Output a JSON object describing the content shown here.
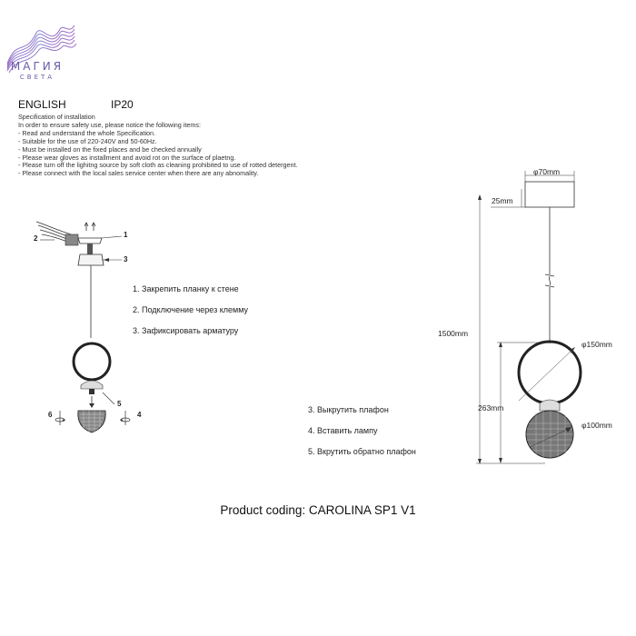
{
  "brand": {
    "name": "МАГИЯ",
    "sub": "СВЕТА"
  },
  "header": {
    "language": "ENGLISH",
    "ip_rating": "IP20"
  },
  "spec": {
    "title": "Specification of installation",
    "lines": [
      "In order to ensure safety use, please notice the following items:",
      "- Read and understand the whole Specification.",
      "- Suitable for the use of 220-240V and 50-60Hz.",
      "- Must be installed on the fixed places and be checked annually",
      "- Please wear gloves as installment and avoid rot on the surface of plaetng.",
      "- Please turn off the lighitng source by soft cloth as cleaning prohibited to use of rotted detergent.",
      "- Please connect with the local sales service center when there are any abnomality."
    ]
  },
  "steps": {
    "s1": "1. Закрепить планку к стене",
    "s2": "2. Подключение через клемму",
    "s3a": "3. Зафиксировать арматуру",
    "s3b": "3. Выкрутить плафон",
    "s4": "4. Вставить лампу",
    "s5": "5. Вкрутить обратно плафон"
  },
  "callouts": {
    "c1": "1",
    "c2": "2",
    "c3": "3",
    "c4": "4",
    "c5": "5",
    "c6": "6"
  },
  "dimensions": {
    "canopy_diameter": "φ70mm",
    "canopy_height": "25mm",
    "total_height": "1500mm",
    "fixture_height": "263mm",
    "ring_diameter": "φ150mm",
    "shade_diameter": "φ100mm"
  },
  "product": {
    "coding": "Product coding: CAROLINA SP1 V1"
  },
  "colors": {
    "logo_purple": "#6b5aa8",
    "logo_pink": "#d86fb8",
    "logo_blue": "#6ab0e0",
    "line": "#333333"
  }
}
